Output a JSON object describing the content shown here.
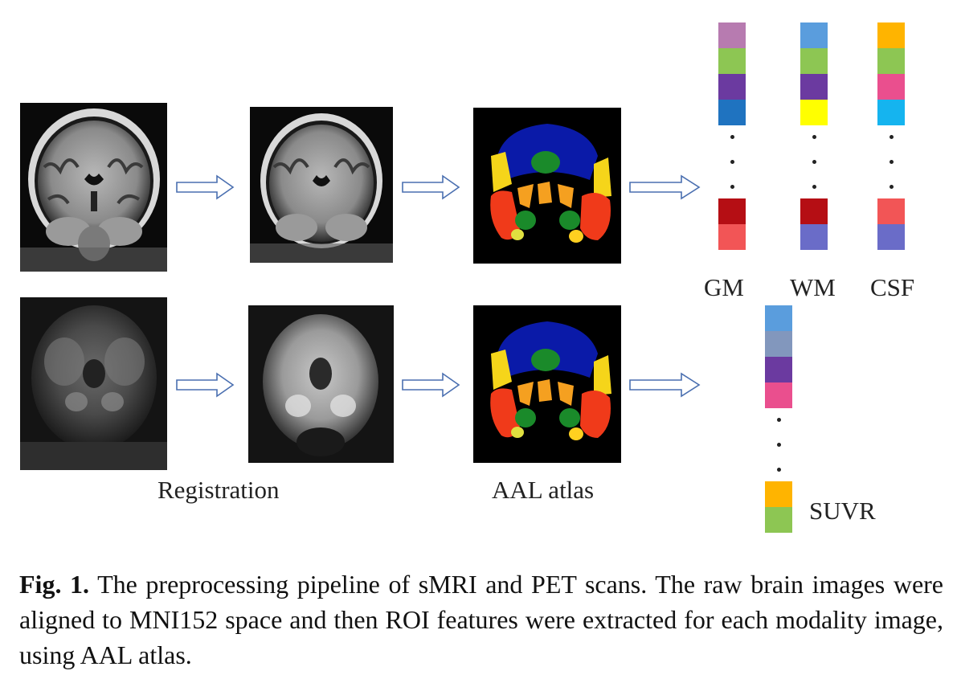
{
  "labels": {
    "registration": "Registration",
    "aal_atlas": "AAL atlas",
    "gm": "GM",
    "wm": "WM",
    "csf": "CSF",
    "suvr": "SUVR"
  },
  "caption": {
    "fig_label": "Fig. 1.",
    "text": " The preprocessing pipeline of sMRI and PET scans. The raw brain images were aligned to MNI152 space and then ROI features were extracted for each modality image, using AAL atlas."
  },
  "feature_columns": {
    "gm": {
      "top": [
        "#b77bb0",
        "#8dc653",
        "#6b3aa0",
        "#1f73c0"
      ],
      "bottom": [
        "#b50e14",
        "#f25556"
      ]
    },
    "wm": {
      "top": [
        "#5a9ddd",
        "#8dc653",
        "#6b3aa0",
        "#ffff00"
      ],
      "bottom": [
        "#b50e14",
        "#6a6cc8"
      ]
    },
    "csf": {
      "top": [
        "#ffb400",
        "#8dc653",
        "#ea4f8e",
        "#15b4ef"
      ],
      "bottom": [
        "#f25556",
        "#6a6cc8"
      ]
    },
    "suvr": {
      "top": [
        "#5a9ddd",
        "#8297bd",
        "#6b3aa0",
        "#ea4f8e"
      ],
      "bottom": [
        "#ffb400",
        "#8dc653"
      ]
    }
  }
}
